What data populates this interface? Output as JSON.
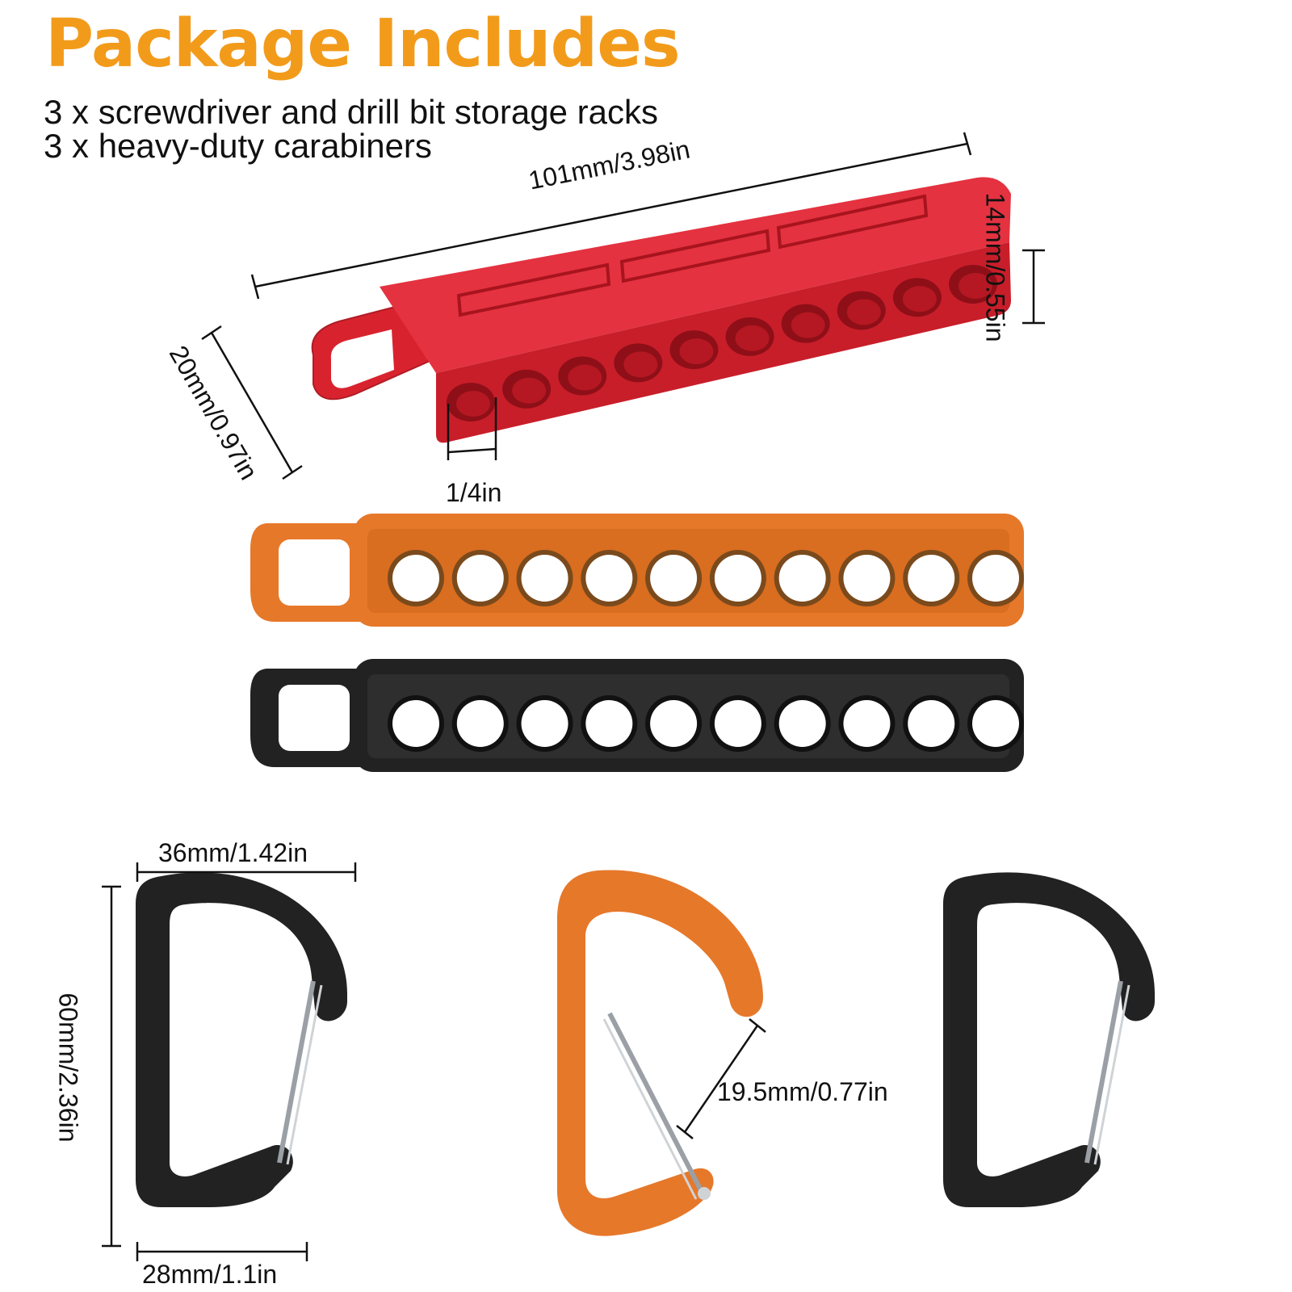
{
  "title": "Package Includes",
  "accent_color": "#f29b1b",
  "lines": [
    "3 x screwdriver and drill bit storage racks",
    "3 x heavy-duty carabiners"
  ],
  "dimensions": {
    "rack_length": "101mm/3.98in",
    "rack_height": "14mm/0.55in",
    "rack_width": "20mm/0.97in",
    "hole_size": "1/4in",
    "carabiner_width": "36mm/1.42in",
    "carabiner_height": "60mm/2.36in",
    "carabiner_base": "28mm/1.1in",
    "carabiner_gate": "19.5mm/0.77in"
  },
  "racks": [
    {
      "color": "#d8232f",
      "holes": 10
    },
    {
      "color": "#e6782a",
      "holes": 10
    },
    {
      "color": "#222222",
      "holes": 10
    }
  ],
  "carabiners": [
    {
      "color": "#222222"
    },
    {
      "color": "#e6782a"
    },
    {
      "color": "#222222"
    }
  ]
}
